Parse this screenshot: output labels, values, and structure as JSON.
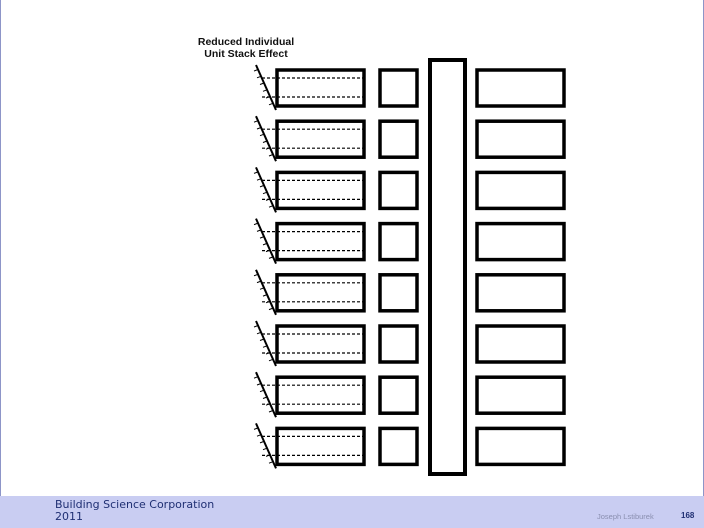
{
  "diagram": {
    "title_line1": "Reduced Individual",
    "title_line2": "Unit Stack Effect",
    "floor_count": 8
  },
  "footer": {
    "org_line1": "Building Science Corporation",
    "org_line2": "2011",
    "author": "Joseph Lstiburek",
    "page_number": "168"
  },
  "colors": {
    "footer_band": "#c9cdf2",
    "footer_text": "#1f2f73",
    "frame_border": "#8d95c8"
  }
}
